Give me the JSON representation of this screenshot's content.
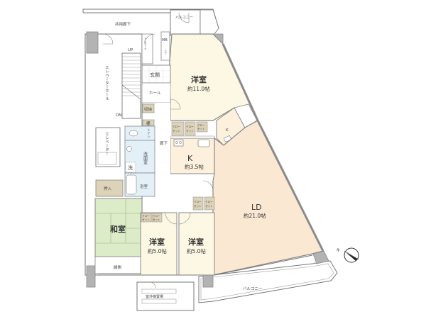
{
  "floor_plan": {
    "colors": {
      "western_room": "#fdf8e4",
      "ld": "#fbe8d2",
      "japanese_room": "#dcebc8",
      "wet_area": "#e4f0f8",
      "storage": "#ddd3b8",
      "wall": "#8a8a8a",
      "column": "#b3b3b3",
      "outline": "#777777"
    },
    "rooms": {
      "western_main": {
        "name": "洋室",
        "size": "約11.0帖"
      },
      "kitchen": {
        "name": "K",
        "size": "約3.5帖"
      },
      "kitchen_small": {
        "name": "K"
      },
      "ld": {
        "name": "LD",
        "size": "約21.0帖"
      },
      "japanese": {
        "name": "和室"
      },
      "western_a": {
        "name": "洋室",
        "size": "約5.0帖"
      },
      "western_b": {
        "name": "洋室",
        "size": "約5.0帖"
      }
    },
    "labels": {
      "common_corridor": "共用廊下",
      "balcony_top": "バルコニー",
      "mb": "MB",
      "mb_sub": "ﾒｰﾀｰ",
      "alcove": "アルコーブ",
      "entrance": "玄関",
      "hall": "ホール",
      "elevator_hall": "エレベーターホール",
      "stairs_up": "UP",
      "stairs_down": "DN",
      "elevator": "エレベーター",
      "storage": "収納",
      "shelf": "棚",
      "toilet": "トイレ",
      "corridor": "廊下",
      "washroom": "洗面室",
      "washer": "洗",
      "bathroom": "浴室",
      "oshiire": "押入",
      "engawa": "縁側",
      "outdoor_storage": "室外機置場",
      "balcony_bottom": "バルコニー",
      "closet_line1": "クロー",
      "closet_line2": "ゼット",
      "compass_north": "N"
    }
  }
}
